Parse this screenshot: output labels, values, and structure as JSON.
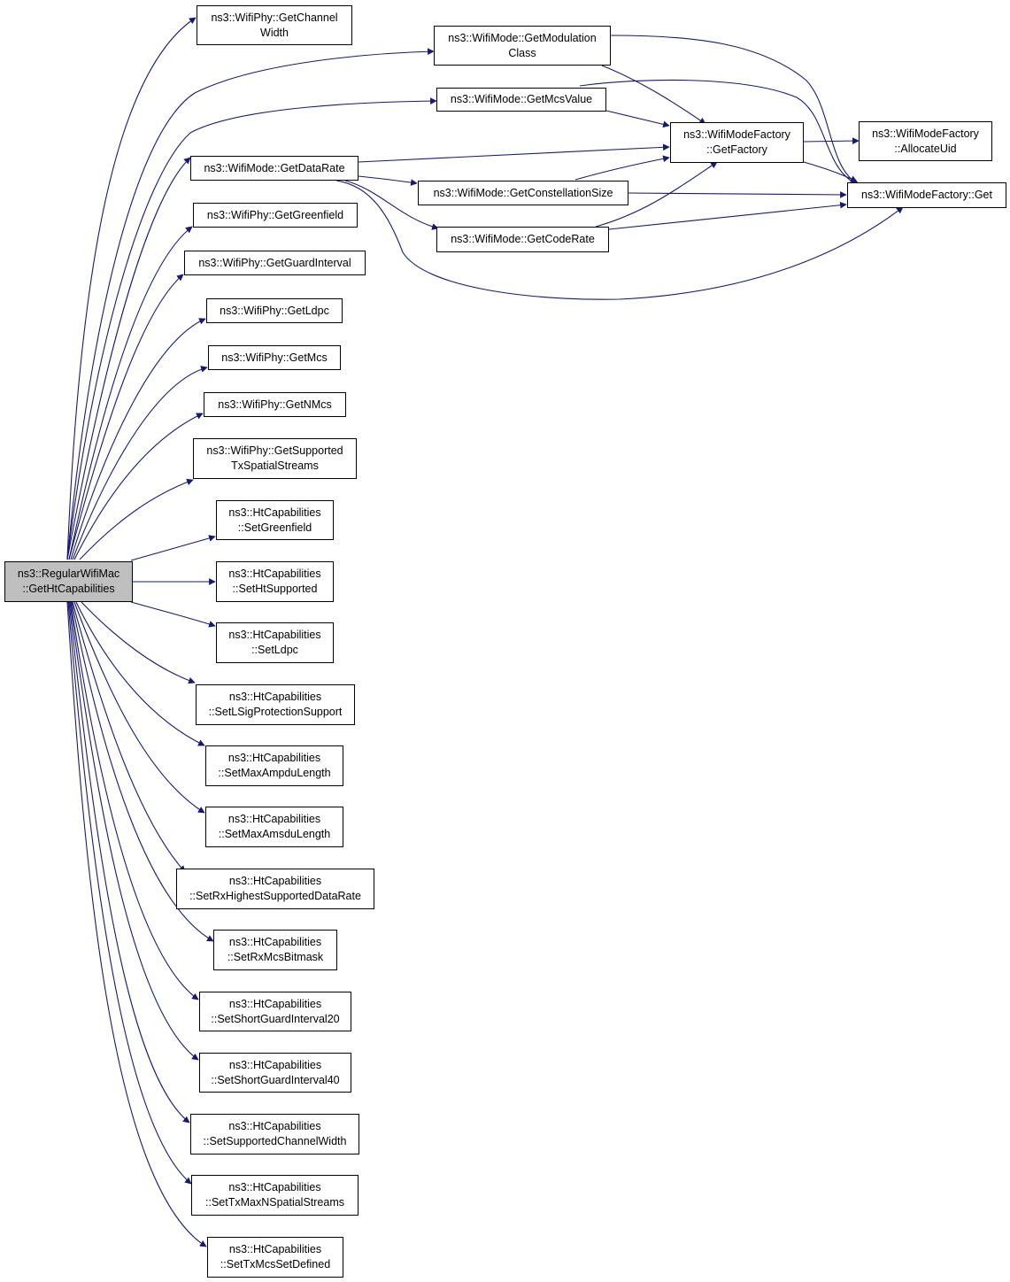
{
  "colors": {
    "edge": "#191970",
    "node_border": "#000000",
    "root_fill": "#bfbfbf",
    "node_fill": "#ffffff"
  },
  "nodes": {
    "root": {
      "lines": [
        "ns3::RegularWifiMac",
        "::GetHtCapabilities"
      ]
    },
    "chw": {
      "lines": [
        "ns3::WifiPhy::GetChannel",
        "Width"
      ]
    },
    "modcls": {
      "lines": [
        "ns3::WifiMode::GetModulation",
        "Class"
      ]
    },
    "mcsval": {
      "lines": [
        "ns3::WifiMode::GetMcsValue"
      ]
    },
    "datarate": {
      "lines": [
        "ns3::WifiMode::GetDataRate"
      ]
    },
    "factory": {
      "lines": [
        "ns3::WifiModeFactory",
        "::GetFactory"
      ]
    },
    "alloc": {
      "lines": [
        "ns3::WifiModeFactory",
        "::AllocateUid"
      ]
    },
    "get": {
      "lines": [
        "ns3::WifiModeFactory::Get"
      ]
    },
    "constsz": {
      "lines": [
        "ns3::WifiMode::GetConstellationSize"
      ]
    },
    "coderate": {
      "lines": [
        "ns3::WifiMode::GetCodeRate"
      ]
    },
    "green": {
      "lines": [
        "ns3::WifiPhy::GetGreenfield"
      ]
    },
    "gi": {
      "lines": [
        "ns3::WifiPhy::GetGuardInterval"
      ]
    },
    "ldpc": {
      "lines": [
        "ns3::WifiPhy::GetLdpc"
      ]
    },
    "mcs": {
      "lines": [
        "ns3::WifiPhy::GetMcs"
      ]
    },
    "nmcs": {
      "lines": [
        "ns3::WifiPhy::GetNMcs"
      ]
    },
    "txss": {
      "lines": [
        "ns3::WifiPhy::GetSupported",
        "TxSpatialStreams"
      ]
    },
    "setgreen": {
      "lines": [
        "ns3::HtCapabilities",
        "::SetGreenfield"
      ]
    },
    "setht": {
      "lines": [
        "ns3::HtCapabilities",
        "::SetHtSupported"
      ]
    },
    "setldpc": {
      "lines": [
        "ns3::HtCapabilities",
        "::SetLdpc"
      ]
    },
    "setlsig": {
      "lines": [
        "ns3::HtCapabilities",
        "::SetLSigProtectionSupport"
      ]
    },
    "setampdu": {
      "lines": [
        "ns3::HtCapabilities",
        "::SetMaxAmpduLength"
      ]
    },
    "setamsdu": {
      "lines": [
        "ns3::HtCapabilities",
        "::SetMaxAmsduLength"
      ]
    },
    "setrxhigh": {
      "lines": [
        "ns3::HtCapabilities",
        "::SetRxHighestSupportedDataRate"
      ]
    },
    "setrxmcs": {
      "lines": [
        "ns3::HtCapabilities",
        "::SetRxMcsBitmask"
      ]
    },
    "setsgi20": {
      "lines": [
        "ns3::HtCapabilities",
        "::SetShortGuardInterval20"
      ]
    },
    "setsgi40": {
      "lines": [
        "ns3::HtCapabilities",
        "::SetShortGuardInterval40"
      ]
    },
    "setscw": {
      "lines": [
        "ns3::HtCapabilities",
        "::SetSupportedChannelWidth"
      ]
    },
    "settxmax": {
      "lines": [
        "ns3::HtCapabilities",
        "::SetTxMaxNSpatialStreams"
      ]
    },
    "settxmcs": {
      "lines": [
        "ns3::HtCapabilities",
        "::SetTxMcsSetDefined"
      ]
    }
  }
}
